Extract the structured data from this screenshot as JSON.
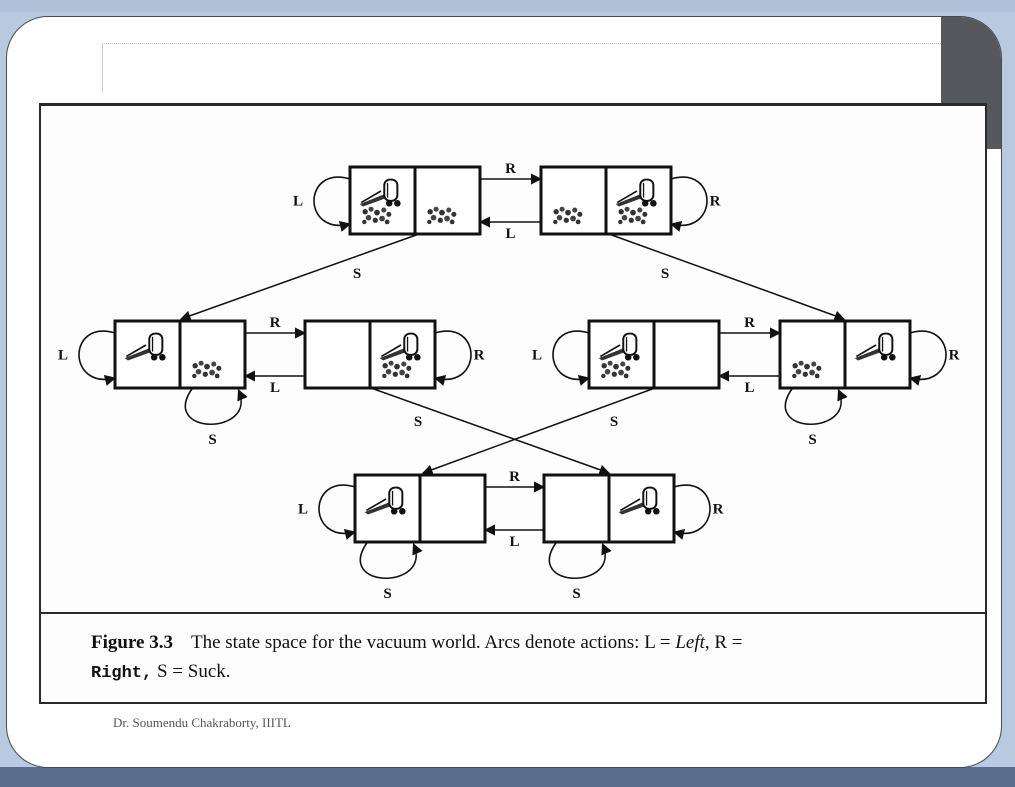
{
  "slide": {
    "footer": "Dr. Soumendu Chakraborty, IIITL"
  },
  "figure": {
    "caption_label": "Figure 3.3",
    "caption_text_1": "The state space for the vacuum world.  Arcs denote actions: L = ",
    "caption_left": "Left",
    "caption_text_2": ", R = ",
    "caption_right": "Right,",
    "caption_text_3": " S = Suck.",
    "actions": {
      "left": "L",
      "right": "R",
      "suck": "S"
    },
    "icons": [
      "vacuum-icon",
      "dirt-icon"
    ]
  }
}
